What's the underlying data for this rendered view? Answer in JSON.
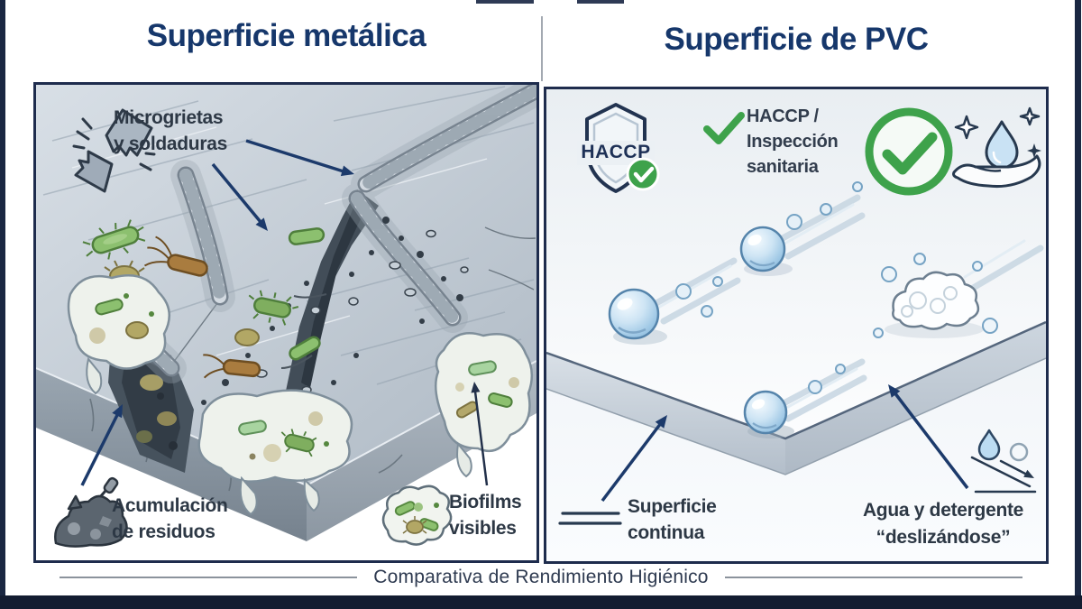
{
  "left_panel": {
    "title": "Superficie metálica",
    "labels": {
      "microcracks": {
        "line1": "Microgrietas",
        "line2": "y soldaduras"
      },
      "residue": {
        "line1": "Acumulación",
        "line2": "de residuos"
      },
      "biofilms": {
        "line1": "Biofilms",
        "line2": "visibles"
      }
    }
  },
  "right_panel": {
    "title": "Superficie de PVC",
    "shield_text": "HACCP",
    "labels": {
      "haccp": {
        "line1": "HACCP /",
        "line2": "Inspección",
        "line3": "sanitaria"
      },
      "continuous": {
        "line1": "Superficie",
        "line2": "continua"
      },
      "water": {
        "line1": "Agua y detergente",
        "line2": "“deslizándose”"
      }
    }
  },
  "footer": {
    "caption": "Comparativa de Rendimiento Higiénico"
  },
  "colors": {
    "title_navy": "#16376b",
    "label_ink": "#2d3845",
    "panel_border": "#1e2c4d",
    "arrow_navy": "#1c3a6b",
    "check_green": "#3ea24b",
    "droplet_blue": "#a9cfe9",
    "metal_gray": "#bfc9d3"
  },
  "icons": {
    "broken_metal": "broken-metal-icon",
    "waste_pile": "waste-pile-icon",
    "biofilm": "biofilm-icon",
    "haccp_shield": "shield-check-icon",
    "small_check": "check-icon",
    "big_check_circle": "check-circle-icon",
    "hand_water": "hand-water-sparkle-icon",
    "double_line": "double-line-icon",
    "water_slide": "water-slide-icon"
  }
}
